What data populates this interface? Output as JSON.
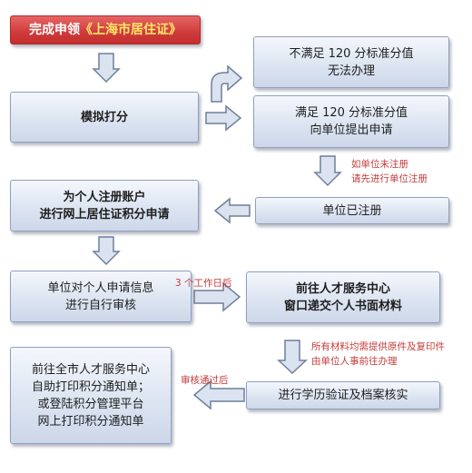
{
  "title": {
    "prefix": "完成申领",
    "doc": "《上海市居住证》"
  },
  "nodes": {
    "scoring": "模拟打分",
    "not_meet": [
      "不满足 120 分标准分值",
      "无法办理"
    ],
    "meet": [
      "满足 120 分标准分值",
      "向单位提出申请"
    ],
    "registered": "单位已注册",
    "register_account": [
      "为个人注册账户",
      "进行网上居住证积分申请"
    ],
    "unit_review": [
      "单位对个人申请信息",
      "进行自行审核"
    ],
    "talent_center": [
      "前往人才服务中心",
      "窗口递交个人书面材料"
    ],
    "verify": "进行学历验证及档案核实",
    "print_notice": [
      "前往全市人才服务中心",
      "自助打印积分通知单；",
      "或登陆积分管理平台",
      "网上打印积分通知单"
    ]
  },
  "notes": {
    "unregistered": [
      "如单位未注册",
      "请先进行单位注册"
    ],
    "workdays": "3 个工作日后",
    "materials": [
      "所有材料均需提供原件及复印件",
      "由单位人事前往办理"
    ],
    "review_passed": "审核通过后"
  },
  "colors": {
    "box_fill": "#dde5f2",
    "box_border": "#8ea1c0",
    "title_fill": "#cf3a3a",
    "note_text": "#c43c3c",
    "arrow_fill": "#dbe3f1",
    "arrow_stroke": "#6f7f99"
  }
}
